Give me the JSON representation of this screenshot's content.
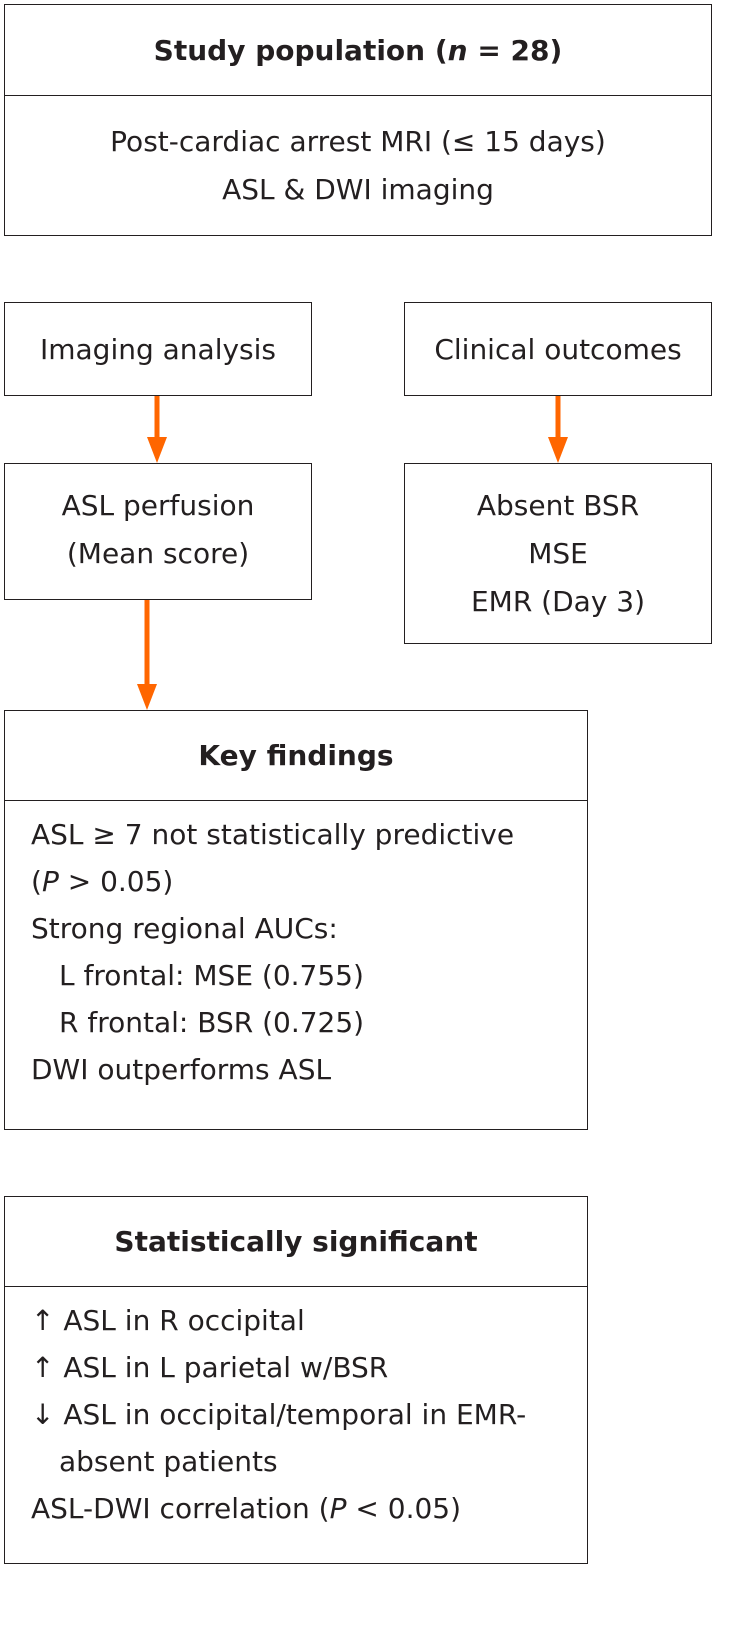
{
  "study_population": {
    "title_prefix": "Study population (",
    "title_n": "n",
    "title_suffix": " = 28)",
    "line1": "Post-cardiac arrest MRI (≤ 15 days)",
    "line2": "ASL & DWI imaging"
  },
  "imaging_analysis": {
    "label": "Imaging analysis"
  },
  "clinical_outcomes": {
    "label": "Clinical outcomes"
  },
  "asl_perfusion": {
    "line1": "ASL perfusion",
    "line2": "(Mean score)"
  },
  "outcome_measures": {
    "line1": "Absent BSR",
    "line2": "MSE",
    "line3": "EMR (Day 3)"
  },
  "key_findings": {
    "title": "Key findings",
    "line1": "ASL ≥ 7 not statistically predictive",
    "line2_open": "(",
    "line2_p": "P",
    "line2_rest": " > 0.05)",
    "line3": "Strong regional AUCs:",
    "line4": "L frontal: MSE (0.755)",
    "line5": "R frontal: BSR (0.725)",
    "line6": "DWI outperforms ASL"
  },
  "significant": {
    "title": "Statistically significant",
    "line1": "↑ ASL in R occipital",
    "line2": "↑ ASL in L parietal w/BSR",
    "line3": "↓ ASL in occipital/temporal in EMR-",
    "line3_cont": "absent patients",
    "line4_prefix": "ASL-DWI correlation (",
    "line4_p": "P",
    "line4_suffix": " < 0.05)"
  },
  "colors": {
    "arrow": "#ff6600",
    "border": "#231f20",
    "text": "#231f20"
  }
}
